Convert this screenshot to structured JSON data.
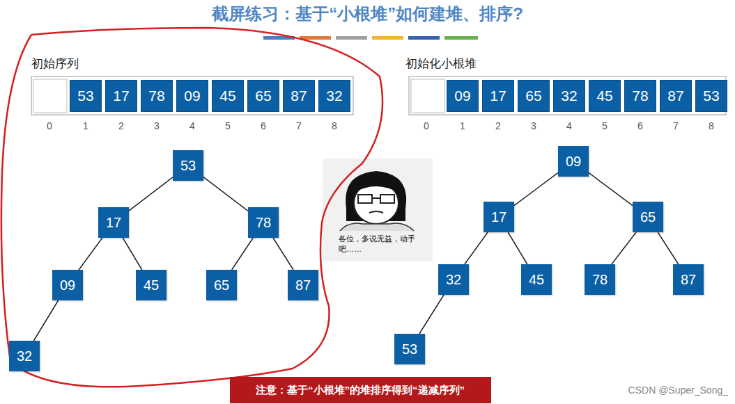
{
  "diagram": {
    "title": "截屏练习：基于“小根堆”如何建堆、排序?",
    "nodes": [
      {
        "text": [
          "53"
        ]
      },
      {
        "text": [
          "17"
        ]
      },
      {
        "text": [
          "78"
        ]
      },
      {
        "text": [
          "09"
        ]
      },
      {
        "text": [
          "45"
        ]
      },
      {
        "text": [
          "65"
        ]
      },
      {
        "text": [
          "87"
        ]
      },
      {
        "text": [
          "32"
        ]
      },
      {
        "text": [
          "53"
        ]
      },
      {
        "text": [
          "17"
        ]
      },
      {
        "text": [
          "78"
        ]
      },
      {
        "text": [
          "09"
        ]
      },
      {
        "text": [
          "45"
        ]
      },
      {
        "text": [
          "65"
        ]
      },
      {
        "text": [
          "87"
        ]
      },
      {
        "text": [
          "32"
        ]
      },
      {
        "text": [
          "09"
        ]
      },
      {
        "text": [
          "17"
        ]
      },
      {
        "text": [
          "65"
        ]
      },
      {
        "text": [
          "32"
        ]
      },
      {
        "text": [
          "45"
        ]
      },
      {
        "text": [
          "78"
        ]
      },
      {
        "text": [
          "87"
        ]
      },
      {
        "text": [
          "53"
        ]
      },
      {
        "text": [
          "09"
        ]
      },
      {
        "text": [
          "17"
        ]
      },
      {
        "text": [
          "65"
        ]
      },
      {
        "text": [
          "32"
        ]
      },
      {
        "text": [
          "45"
        ]
      },
      {
        "text": [
          "78"
        ]
      },
      {
        "text": [
          "87"
        ]
      },
      {
        "text": [
          "53"
        ]
      },
      {
        "text": [
          "注意：基于“小根堆”的堆排序得到“递减序列”"
        ]
      }
    ],
    "edges": [
      {
        "from": 8,
        "to": 9,
        "arrow": "none"
      },
      {
        "from": 8,
        "to": 10,
        "arrow": "none"
      },
      {
        "from": 9,
        "to": 11,
        "arrow": "none"
      },
      {
        "from": 9,
        "to": 12,
        "arrow": "none"
      },
      {
        "from": 10,
        "to": 13,
        "arrow": "none"
      },
      {
        "from": 10,
        "to": 14,
        "arrow": "none"
      },
      {
        "from": 11,
        "to": 15,
        "arrow": "none"
      },
      {
        "from": 24,
        "to": 25,
        "arrow": "none"
      },
      {
        "from": 24,
        "to": 26,
        "arrow": "none"
      },
      {
        "from": 25,
        "to": 27,
        "arrow": "none"
      },
      {
        "from": 25,
        "to": 28,
        "arrow": "none"
      },
      {
        "from": 26,
        "to": 29,
        "arrow": "none"
      },
      {
        "from": 26,
        "to": 30,
        "arrow": "none"
      },
      {
        "from": 27,
        "to": 31,
        "arrow": "none"
      }
    ],
    "labels": [
      "初始序列",
      "0",
      "1",
      "2",
      "3",
      "4",
      "5",
      "6",
      "7",
      "8",
      "初始化小根堆",
      "0",
      "1",
      "2",
      "3",
      "4",
      "5",
      "6",
      "7",
      "8",
      "各位，多说无益，动手吧……",
      "CSDN @Super_Song_"
    ]
  }
}
